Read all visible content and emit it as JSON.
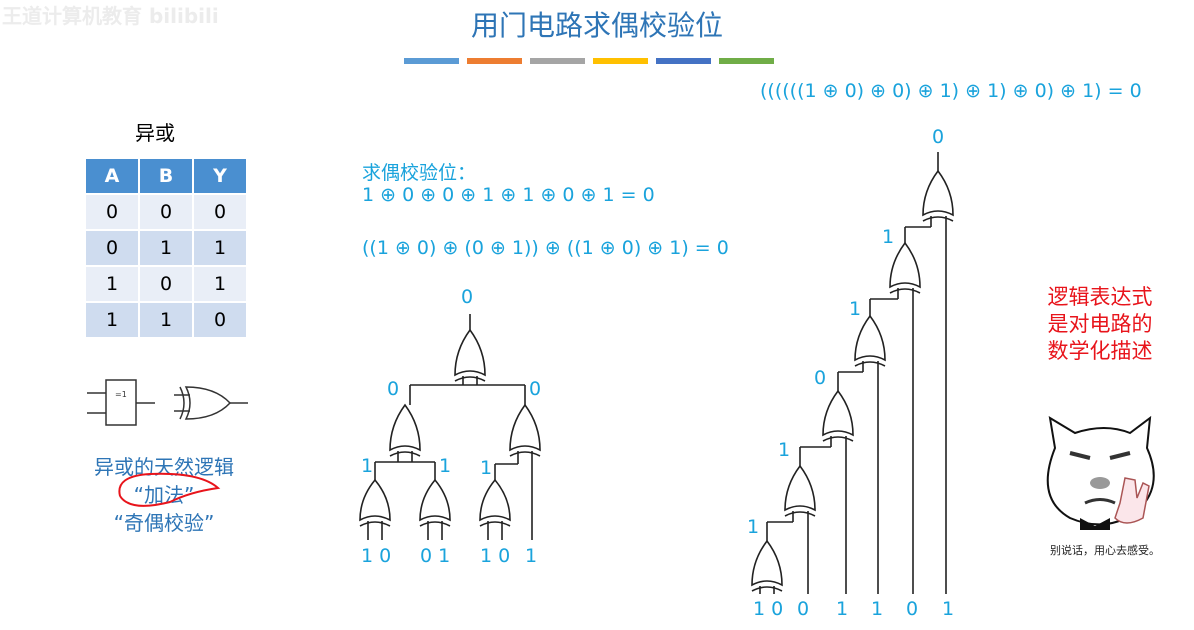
{
  "watermark": "王道计算机教育 bilibili",
  "title": "用门电路求偶校验位",
  "color_bars": [
    "#5b9bd5",
    "#ed7d31",
    "#a5a5a5",
    "#ffc000",
    "#4472c4",
    "#70ad47"
  ],
  "chain_expression": "((((((1 ⊕ 0) ⊕ 0) ⊕ 1) ⊕ 1) ⊕ 0) ⊕ 1) = 0",
  "xor_heading": "异或",
  "truth_table": {
    "headers": [
      "A",
      "B",
      "Y"
    ],
    "rows": [
      [
        "0",
        "0",
        "0"
      ],
      [
        "0",
        "1",
        "1"
      ],
      [
        "1",
        "0",
        "1"
      ],
      [
        "1",
        "1",
        "0"
      ]
    ]
  },
  "gate_symbol_label": "=1",
  "notes": [
    "异或的天然逻辑",
    "“加法”",
    "“奇偶校验”"
  ],
  "parity": {
    "heading": "求偶校验位：",
    "expr1": "1 ⊕ 0 ⊕ 0 ⊕ 1 ⊕ 1 ⊕ 0 ⊕ 1 = 0",
    "expr2": "((1 ⊕ 0) ⊕ (0 ⊕ 1)) ⊕ ((1 ⊕ 0) ⊕ 1) = 0"
  },
  "tree_labels": {
    "out": "0",
    "mid_left": "0",
    "mid_right": "0",
    "l1": "1",
    "l2": "1",
    "l3": "1",
    "inputs": [
      "1 0",
      "0 1",
      "1 0",
      "1"
    ]
  },
  "chain_labels": {
    "out": "0",
    "mids": [
      "1",
      "1",
      "0",
      "1",
      "1"
    ],
    "inputs": [
      "1 0",
      "0",
      "1",
      "1",
      "0",
      "1"
    ]
  },
  "red_note": [
    "逻辑表达式",
    "是对电路的",
    "数学化描述"
  ],
  "meme_caption": "别说话，用心去感受。"
}
